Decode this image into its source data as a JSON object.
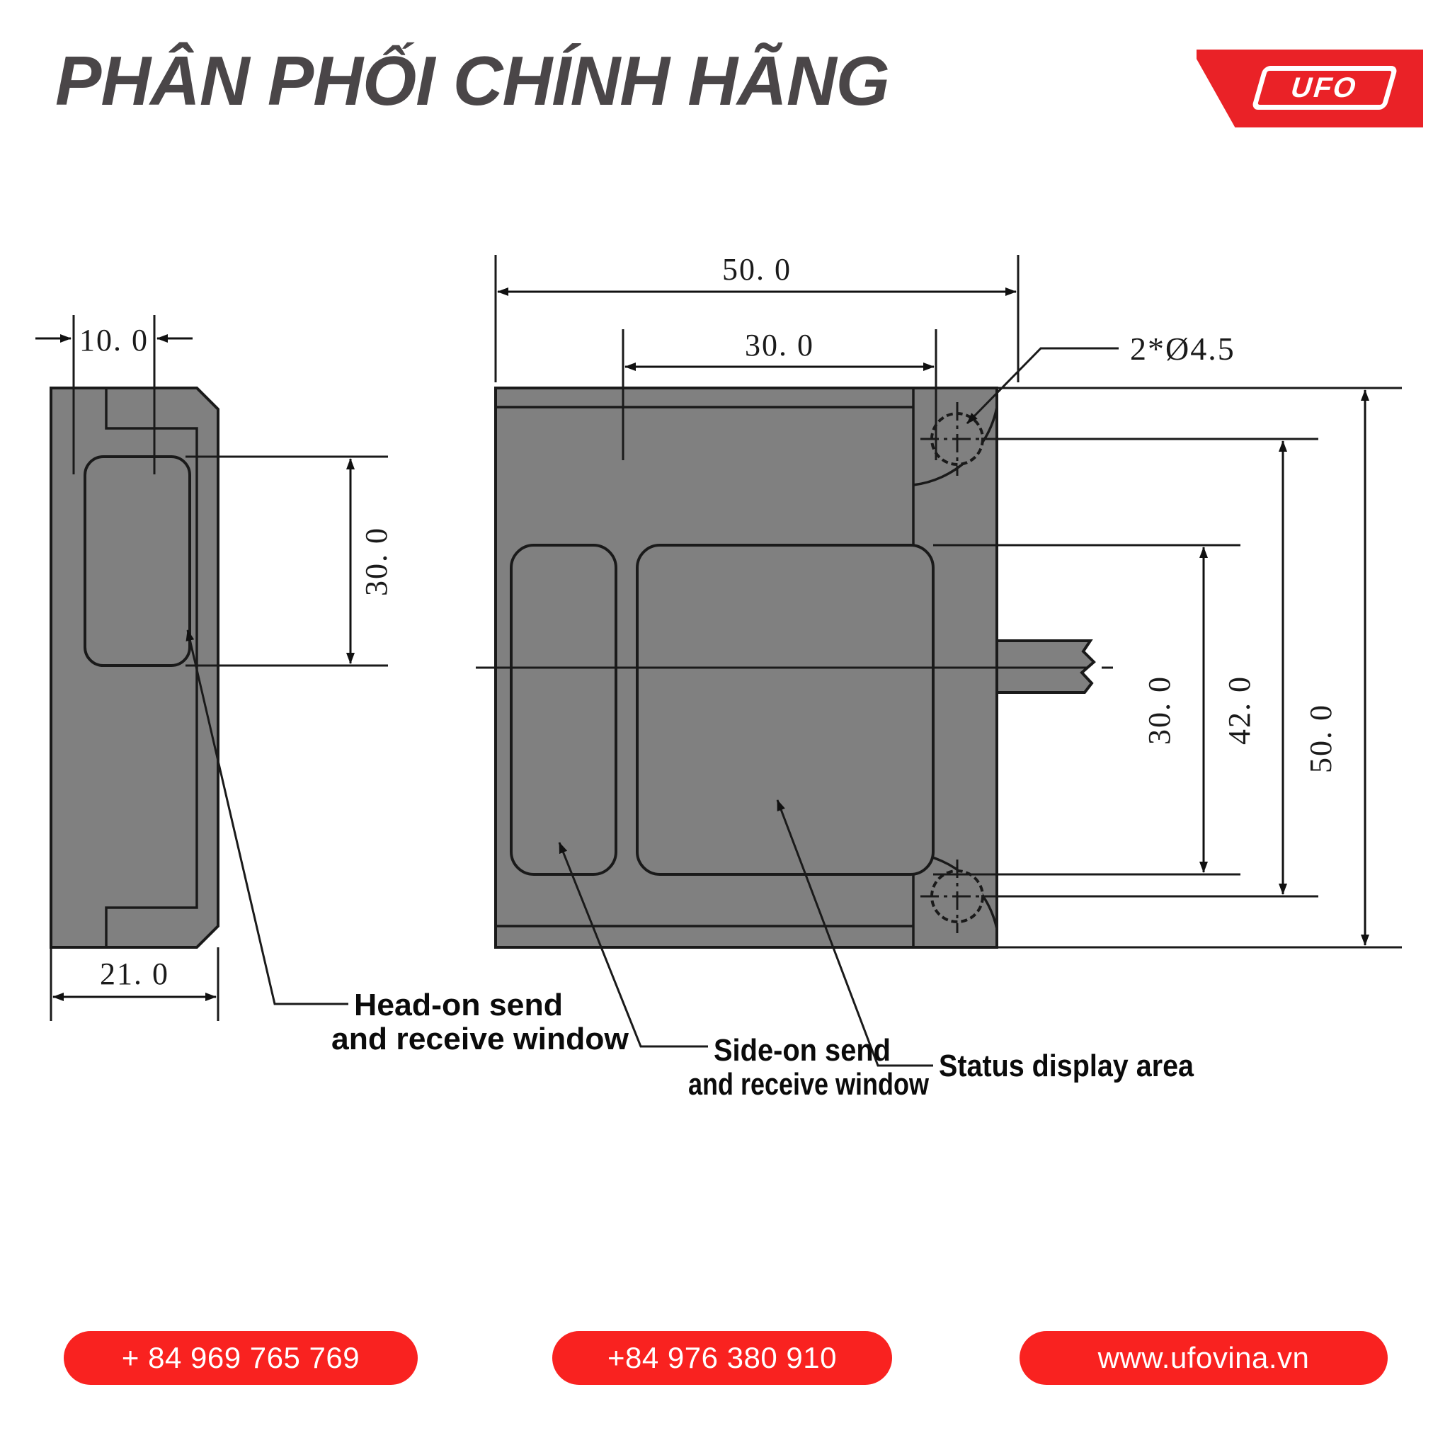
{
  "header": {
    "headline": "PHÂN PHỐI CHÍNH HÃNG",
    "logo_text": "UFO",
    "logo_color": "#ea2227",
    "headline_color": "#4a4648"
  },
  "drawing": {
    "title": "Sensor dimensional drawing",
    "body_fill": "#808080",
    "line_color": "#1a1a1a",
    "dimensions": {
      "top_overall_width": "50. 0",
      "top_inner_width": "30. 0",
      "hole_callout": "2*Ø4.5",
      "side_view_top_offset": "10. 0",
      "side_view_height": "30. 0",
      "side_view_width": "21. 0",
      "right_inner_height": "30. 0",
      "right_mid_height": "42. 0",
      "right_overall_height": "50. 0"
    },
    "callouts": {
      "head_on_line1": "Head-on send",
      "head_on_line2": "and receive window",
      "side_on_line1": "Side-on send",
      "side_on_line2": "and receive window",
      "status_display": "Status display area"
    }
  },
  "footer": {
    "pill_color": "#f92220",
    "contacts": [
      {
        "label": "+ 84 969 765 769"
      },
      {
        "label": "+84 976 380 910"
      },
      {
        "label": "www.ufovina.vn"
      }
    ]
  }
}
